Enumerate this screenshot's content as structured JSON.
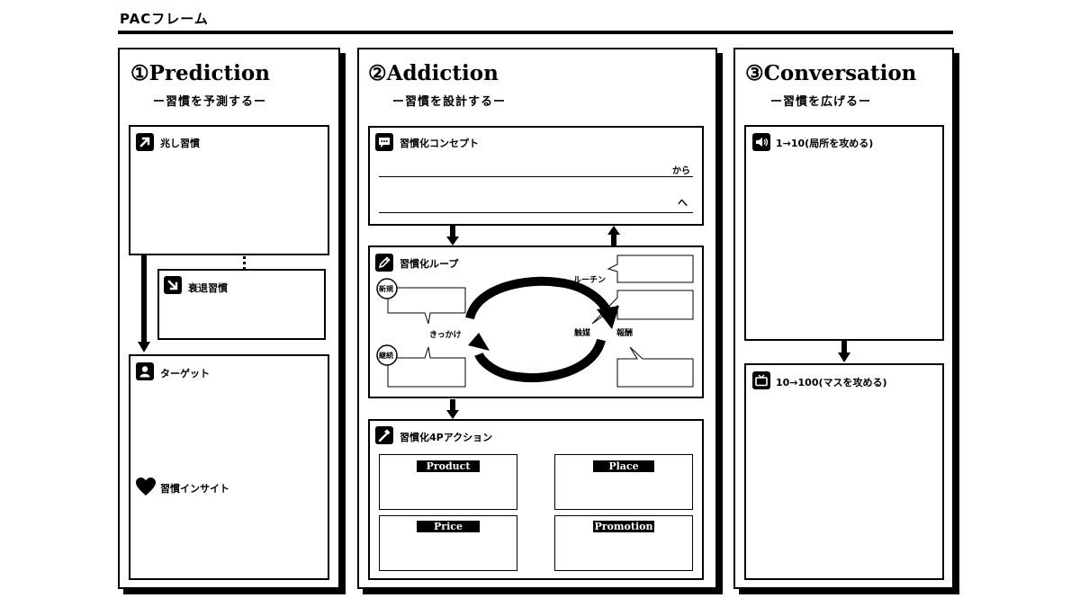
{
  "header": {
    "title": "PACフレーム"
  },
  "columns": {
    "prediction": {
      "title": "①Prediction",
      "subtitle": "ー習慣を予測するー",
      "boxes": {
        "signs": "兆し習慣",
        "decline": "衰退習慣",
        "target": "ターゲット",
        "insight": "習慣インサイト"
      }
    },
    "addiction": {
      "title": "②Addiction",
      "subtitle": "ー習慣を設計するー",
      "concept": {
        "label": "習慣化コンセプト",
        "from": "から",
        "to": "へ"
      },
      "loop": {
        "label": "習慣化ループ",
        "routine": "ルーチン",
        "new": "新規",
        "trigger": "きっかけ",
        "continue": "継続",
        "catalyst": "触媒",
        "reward": "報酬"
      },
      "actions": {
        "label": "習慣化4Pアクション",
        "product": "Product",
        "place": "Place",
        "price": "Price",
        "promotion": "Promotion"
      }
    },
    "conversation": {
      "title": "③Conversation",
      "subtitle": "ー習慣を広げるー",
      "boxes": {
        "one_to_ten": "1→10(局所を攻める)",
        "ten_to_hundred": "10→100(マスを攻める)"
      }
    }
  },
  "icons": [
    "arrow-up-right-icon",
    "arrow-down-right-icon",
    "person-icon",
    "heart-icon",
    "speech-bubble-icon",
    "pencil-icon",
    "hammer-icon",
    "speaker-icon",
    "tv-icon"
  ]
}
